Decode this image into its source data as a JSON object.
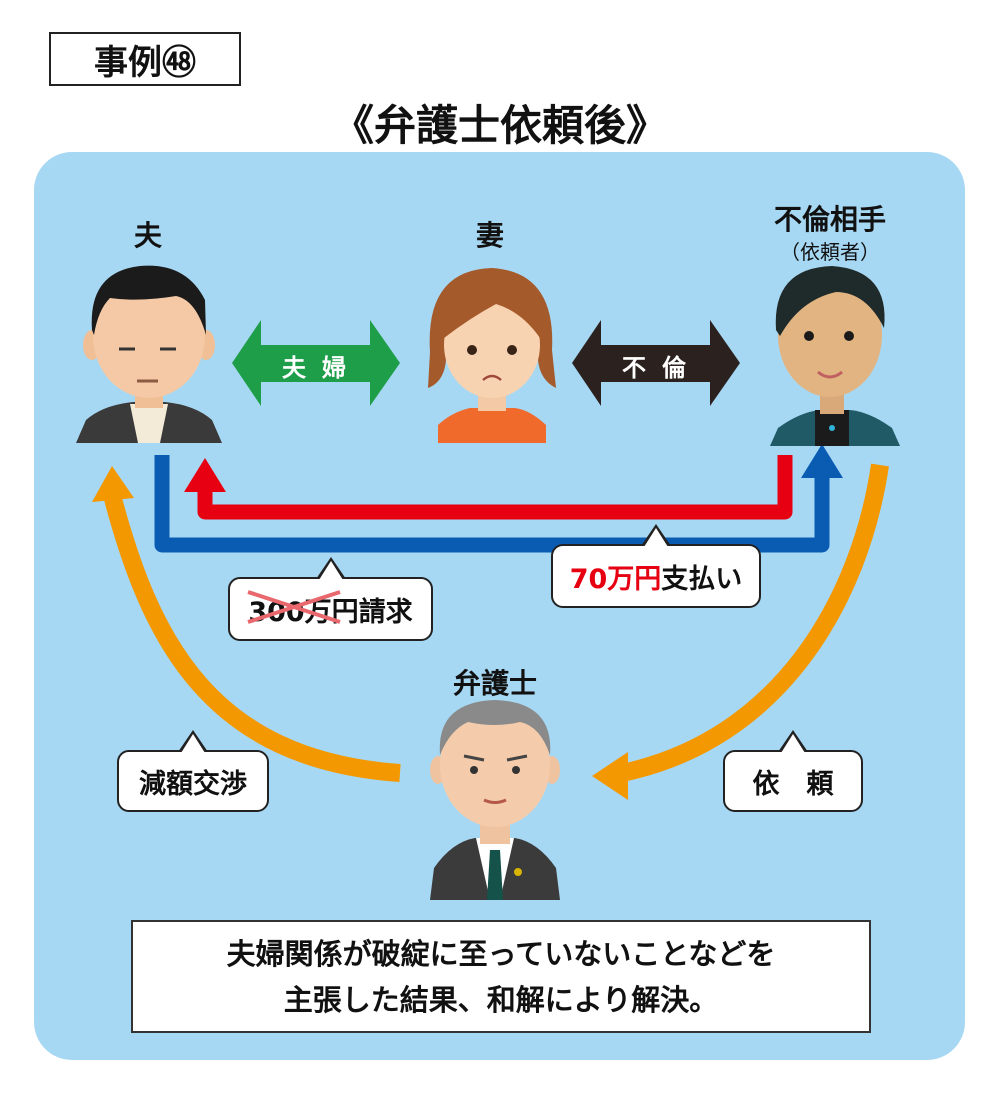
{
  "case_label": "事例㊽",
  "title": "《弁護士依頼後》",
  "people": {
    "husband": "夫",
    "wife": "妻",
    "partner": "不倫相手",
    "partner_sub": "（依頼者）",
    "lawyer": "弁護士"
  },
  "arrows": {
    "couple": "夫婦",
    "affair": "不倫"
  },
  "bubbles": {
    "claim_struck": "300万円",
    "claim_suffix": "請求",
    "payment_amount": "70万円",
    "payment_suffix": "支払い",
    "negotiation": "減額交渉",
    "request": "依　頼"
  },
  "conclusion": {
    "line1": "夫婦関係が破綻に至っていないことなどを",
    "line2": "主張した結果、和解により解決。"
  },
  "colors": {
    "panel": "#a7d8f3",
    "green_arrow": "#1e9e48",
    "dark_arrow": "#2b2220",
    "red_arrow": "#e60012",
    "blue_arrow": "#0a5cb3",
    "orange_arrow": "#f39800"
  }
}
